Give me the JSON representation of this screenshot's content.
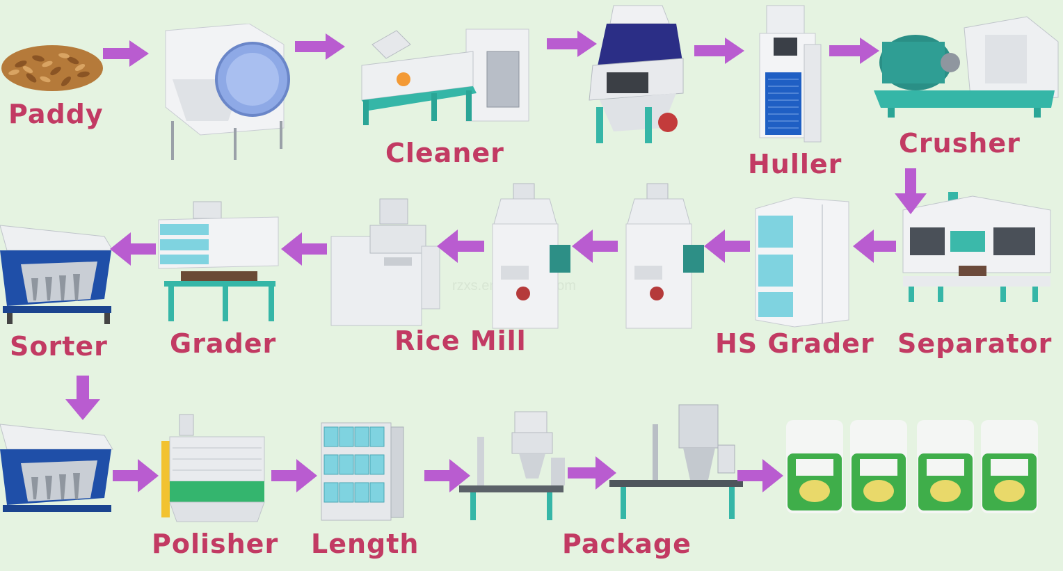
{
  "stages": {
    "paddy": "Paddy",
    "cleaner": "Cleaner",
    "huller": "Huller",
    "crusher": "Crusher",
    "separator": "Separator",
    "hs_grader": "HS Grader",
    "rice_mill": "Rice Mill",
    "grader": "Grader",
    "sorter": "Sorter",
    "polisher": "Polisher",
    "length": "Length",
    "package": "Package"
  },
  "watermark": "rzxs.en.alibaba.com",
  "colors": {
    "background": "#e5f3e1",
    "label": "#c23a63",
    "arrow": "#b95cd0",
    "machine_frame": "#35b6a7",
    "machine_body": "#f4f5f7",
    "sorter_blue": "#1f4fa8",
    "bag_green": "#3fae4a"
  }
}
